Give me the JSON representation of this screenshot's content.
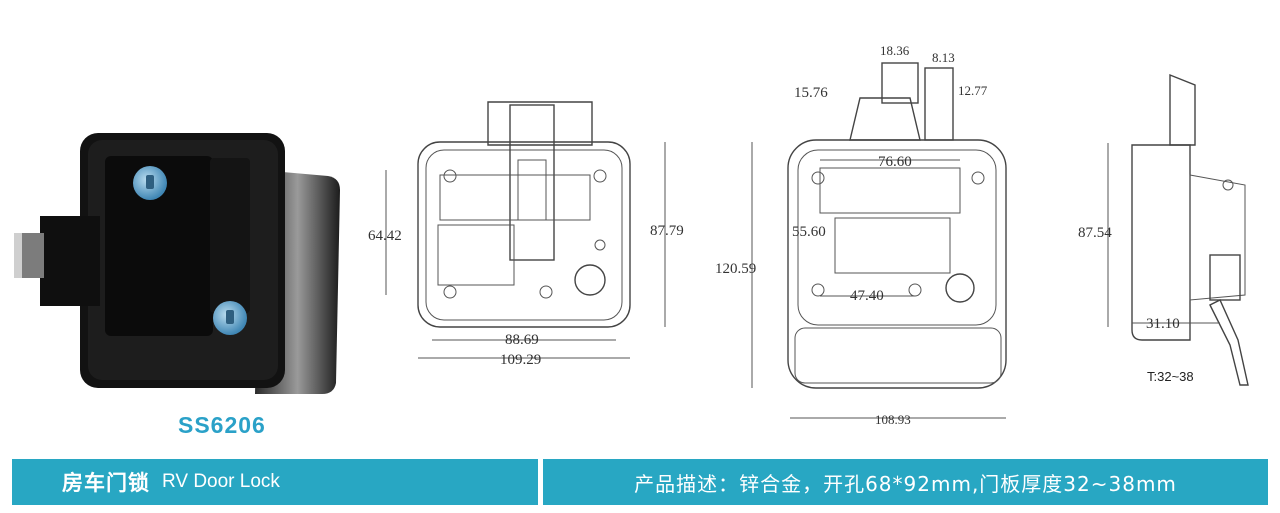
{
  "product": {
    "model": "SS6206",
    "title_cn": "房车门锁",
    "title_en": "RV Door Lock",
    "description": "产品描述：锌合金，开孔68*92mm,门板厚度32~38mm"
  },
  "drawings": {
    "front": {
      "height": "64.42",
      "height2": "87.79",
      "width_inner": "88.69",
      "width_outer": "109.29"
    },
    "back": {
      "top_a": "18.36",
      "top_b": "8.13",
      "left_top": "15.76",
      "right_top": "12.77",
      "span_top": "76.60",
      "mid": "55.60",
      "span_bottom": "47.40",
      "height": "120.59",
      "width": "108.93"
    },
    "side": {
      "height": "87.54",
      "depth": "31.10",
      "thickness": "T:32~38"
    }
  },
  "colors": {
    "accent": "#28a7c3",
    "model_text": "#2aa1c8"
  }
}
